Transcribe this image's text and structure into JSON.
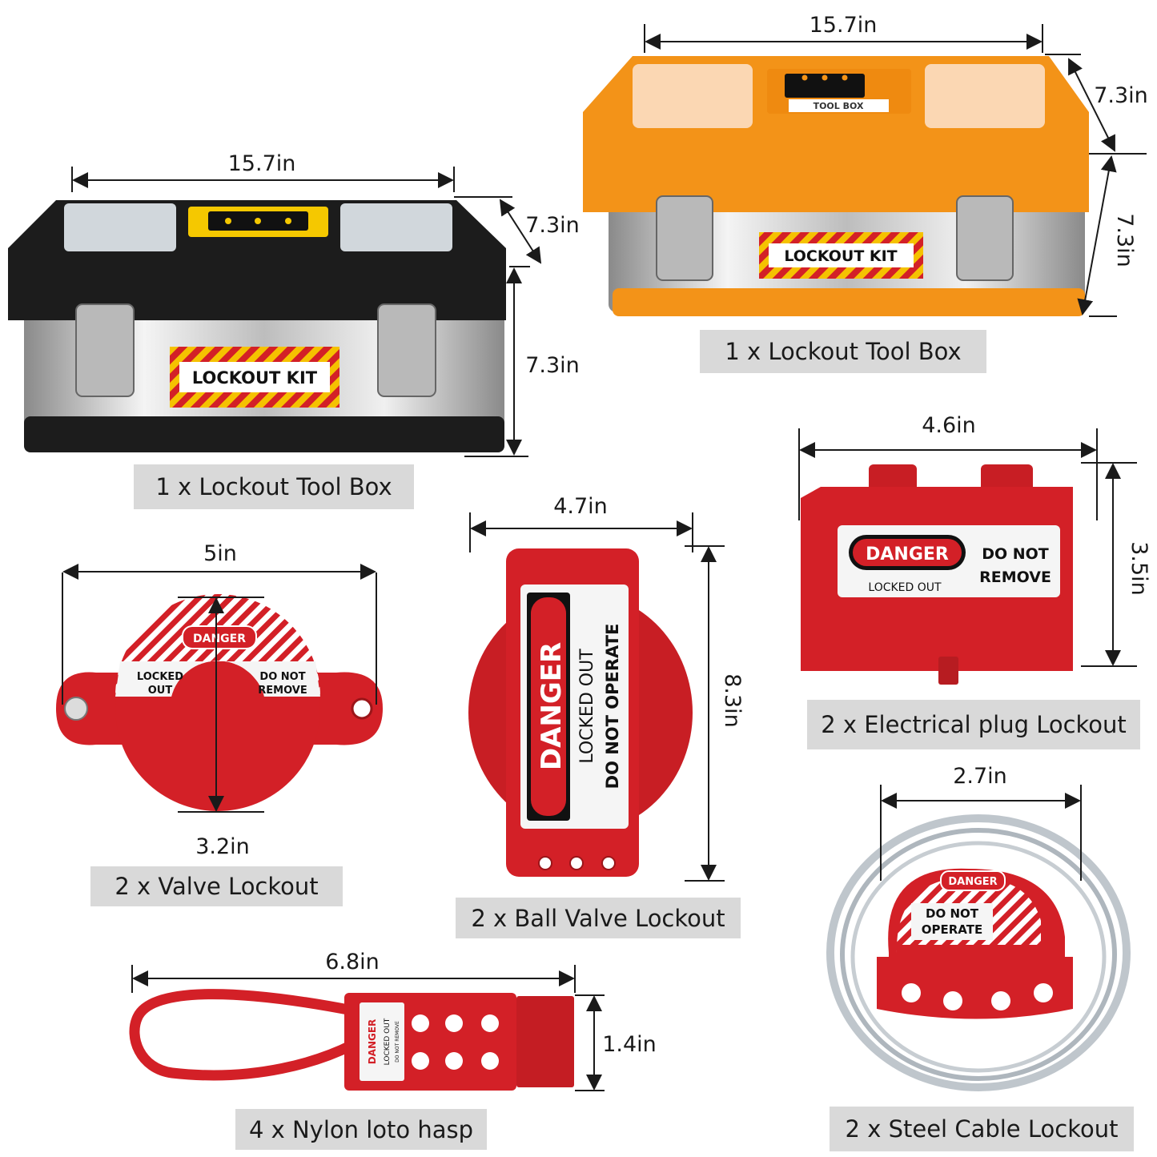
{
  "captions": {
    "black_toolbox": "1 x Lockout Tool Box",
    "orange_toolbox": "1 x Lockout Tool Box",
    "electrical_plug": "2 x Electrical plug Lockout",
    "valve": "2 x Valve Lockout",
    "ball_valve": "2 x Ball Valve Lockout",
    "hasp": "4 x Nylon loto hasp",
    "cable": "2 x Steel Cable Lockout"
  },
  "dimensions": {
    "black_width": "15.7in",
    "black_depth": "7.3in",
    "black_height": "7.3in",
    "orange_width": "15.7in",
    "orange_depth": "7.3in",
    "orange_height": "7.3in",
    "plug_width": "4.6in",
    "plug_height": "3.5in",
    "valve_width": "5in",
    "valve_height": "3.2in",
    "ball_width": "4.7in",
    "ball_height": "8.3in",
    "hasp_width": "6.8in",
    "hasp_height": "1.4in",
    "cable_width": "2.7in"
  },
  "stickers": {
    "lockout_kit": "LOCKOUT KIT",
    "tool_box": "TOOL BOX",
    "danger": "DANGER",
    "locked_out": "LOCKED OUT",
    "do_not_remove": "DO NOT REMOVE",
    "do_not": "DO NOT",
    "remove": "REMOVE",
    "locked": "LOCKED",
    "out": "OUT",
    "do_not_operate": "DO NOT OPERATE",
    "operate": "OPERATE"
  },
  "colors": {
    "lockout_red": "#d32027",
    "orange_box": "#f39318",
    "black_box": "#1c1c1c",
    "steel": "#d8d8d8",
    "caption_bg": "#d9d9d9"
  }
}
